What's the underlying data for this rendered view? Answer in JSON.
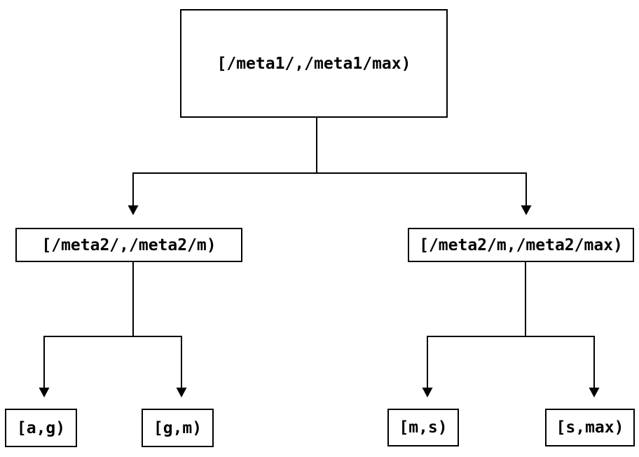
{
  "diagram": {
    "type": "tree",
    "background_color": "#ffffff",
    "line_color": "#000000",
    "text_color": "#000000",
    "nodes": {
      "root": {
        "label": "[/meta1/,/meta1/max)"
      },
      "left_child": {
        "label": "[/meta2/,/meta2/m)"
      },
      "right_child": {
        "label": "[/meta2/m,/meta2/max)"
      },
      "leaf_ag": {
        "label": "[a,g)"
      },
      "leaf_gm": {
        "label": "[g,m)"
      },
      "leaf_ms": {
        "label": "[m,s)"
      },
      "leaf_smax": {
        "label": "[s,max)"
      }
    },
    "edges": [
      {
        "from": "root",
        "to": "left_child"
      },
      {
        "from": "root",
        "to": "right_child"
      },
      {
        "from": "left_child",
        "to": "leaf_ag"
      },
      {
        "from": "left_child",
        "to": "leaf_gm"
      },
      {
        "from": "right_child",
        "to": "leaf_ms"
      },
      {
        "from": "right_child",
        "to": "leaf_smax"
      }
    ]
  }
}
